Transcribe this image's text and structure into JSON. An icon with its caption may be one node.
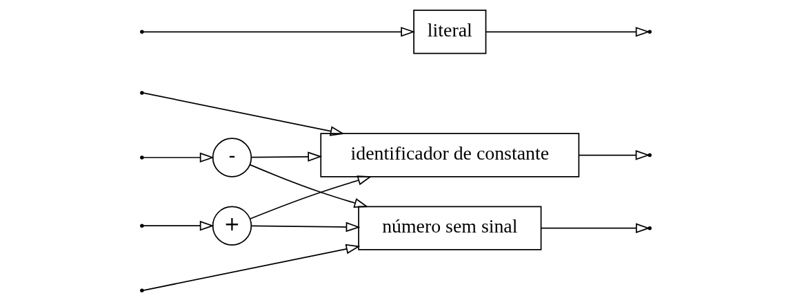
{
  "diagram": {
    "nodes": [
      {
        "text": [
          "+"
        ]
      },
      {
        "text": [
          "-"
        ]
      },
      {
        "text": [
          "identificador de constante"
        ]
      },
      {
        "text": [
          "número sem sinal"
        ]
      },
      {
        "text": [
          "literal"
        ]
      }
    ],
    "edges": [
      {
        "from": null,
        "to": 0,
        "arrow": "to"
      },
      {
        "from": null,
        "to": 1,
        "arrow": "to"
      },
      {
        "from": null,
        "to": 2,
        "arrow": "to"
      },
      {
        "from": null,
        "to": 3,
        "arrow": "to"
      },
      {
        "from": null,
        "to": 4,
        "arrow": "to"
      },
      {
        "from": 0,
        "to": 2,
        "arrow": "to"
      },
      {
        "from": 0,
        "to": 3,
        "arrow": "to"
      },
      {
        "from": 1,
        "to": 2,
        "arrow": "to"
      },
      {
        "from": 1,
        "to": 3,
        "arrow": "to"
      },
      {
        "from": 2,
        "to": null,
        "arrow": "to"
      },
      {
        "from": 3,
        "to": null,
        "arrow": "to"
      },
      {
        "from": 4,
        "to": null,
        "arrow": "to"
      }
    ]
  }
}
